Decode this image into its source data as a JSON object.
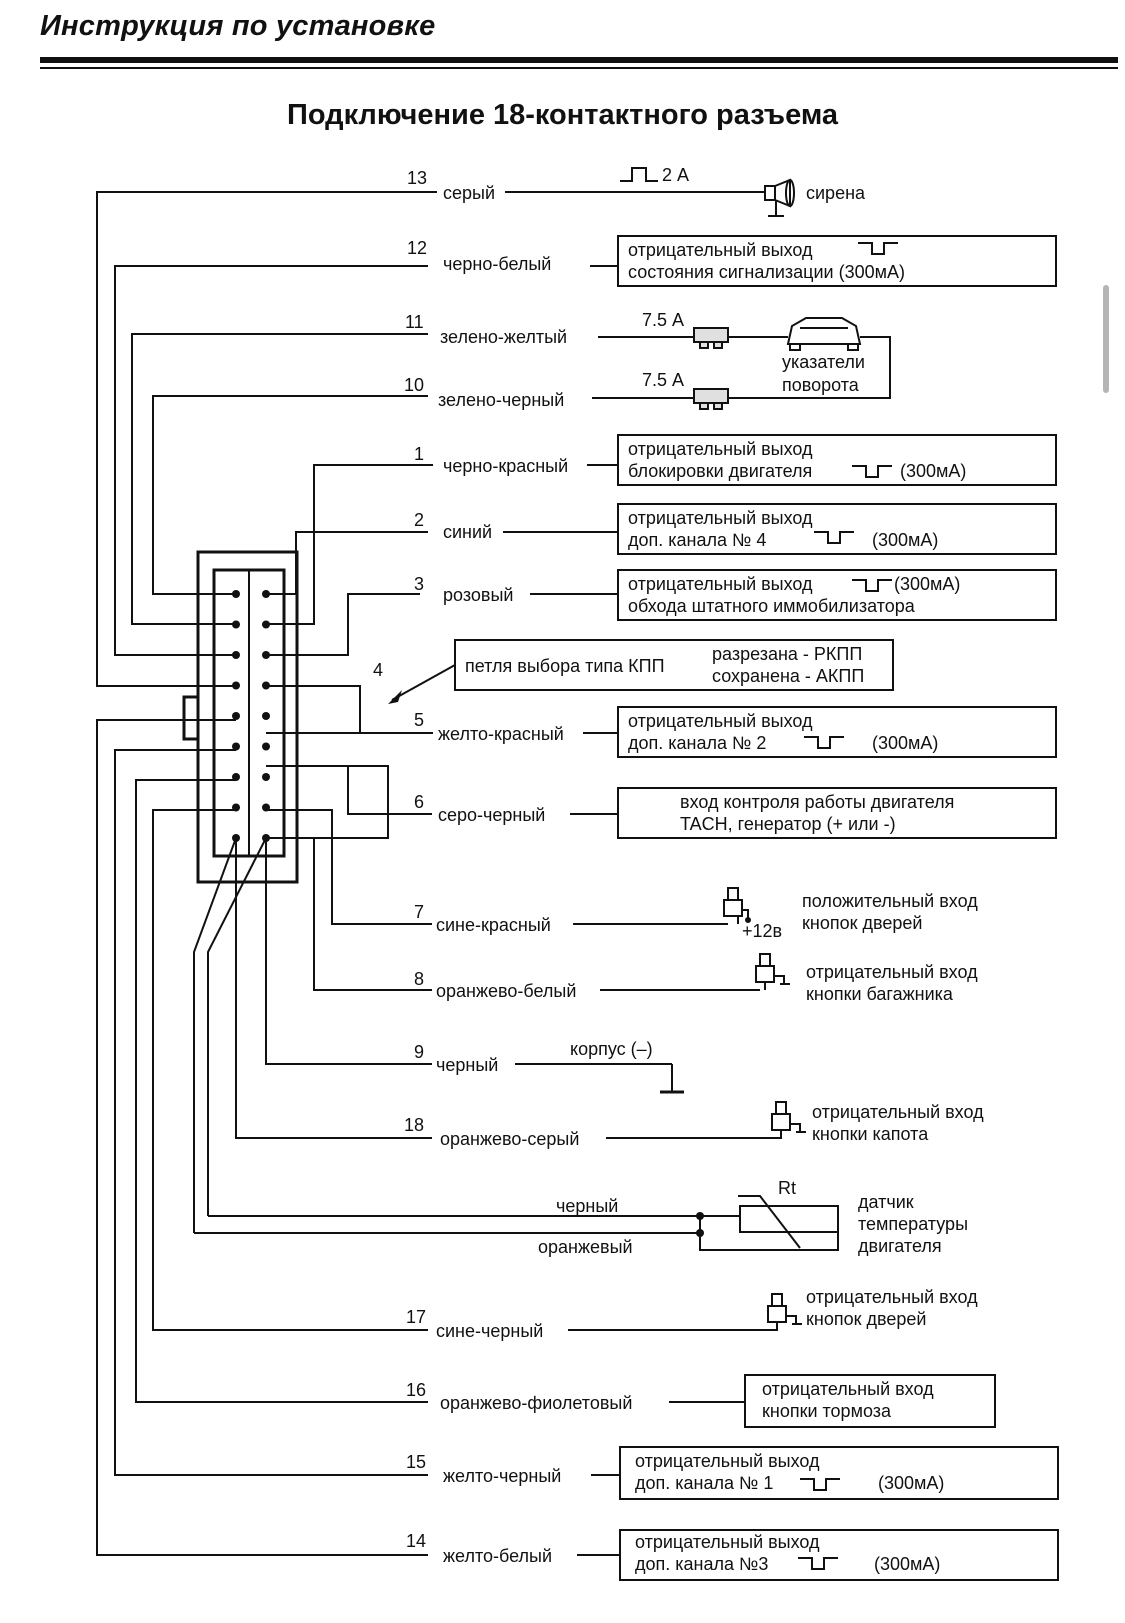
{
  "header": {
    "title": "Инструкция по установке"
  },
  "diagram": {
    "title": "Подключение 18-контактного разъема",
    "wires": [
      {
        "pin": "13",
        "color": "серый"
      },
      {
        "pin": "12",
        "color": "черно-белый"
      },
      {
        "pin": "11",
        "color": "зелено-желтый"
      },
      {
        "pin": "10",
        "color": "зелено-черный"
      },
      {
        "pin": "1",
        "color": "черно-красный"
      },
      {
        "pin": "2",
        "color": "синий"
      },
      {
        "pin": "3",
        "color": "розовый"
      },
      {
        "pin": "4",
        "color": ""
      },
      {
        "pin": "5",
        "color": "желто-красный"
      },
      {
        "pin": "6",
        "color": "серо-черный"
      },
      {
        "pin": "7",
        "color": "сине-красный"
      },
      {
        "pin": "8",
        "color": "оранжево-белый"
      },
      {
        "pin": "9",
        "color": "черный"
      },
      {
        "pin": "18",
        "color": "оранжево-серый"
      },
      {
        "pin": "17",
        "color": "сине-черный"
      },
      {
        "pin": "16",
        "color": "оранжево-фиолетовый"
      },
      {
        "pin": "15",
        "color": "желто-черный"
      },
      {
        "pin": "14",
        "color": "желто-белый"
      }
    ],
    "siren": {
      "current": "2 А",
      "label": "сирена"
    },
    "fuse_11": "7.5 А",
    "fuse_10": "7.5 А",
    "turn_signals": [
      "указатели",
      "поворота"
    ],
    "loop": {
      "label": "петля выбора типа КПП",
      "line1": "разрезана - РКПП",
      "line2": "сохранена - АКПП"
    },
    "boxes": {
      "b12": [
        "отрицательный выход",
        "состояния сигнализации (300мА)"
      ],
      "b1": [
        "отрицательный выход",
        "блокировки двигателя",
        "(300мА)"
      ],
      "b2": [
        "отрицательный выход",
        "доп. канала № 4",
        "(300мА)"
      ],
      "b3": [
        "отрицательный выход",
        "(300мА)",
        "обхода штатного иммобилизатора"
      ],
      "b5": [
        "отрицательный выход",
        "доп. канала № 2",
        "(300мА)"
      ],
      "b6": [
        "вход контроля работы двигателя",
        "TACH, генератор (+ или -)"
      ],
      "b16": [
        "отрицательный вход",
        "кнопки тормоза"
      ],
      "b15": [
        "отрицательный выход",
        "доп. канала № 1",
        "(300мА)"
      ],
      "b14": [
        "отрицательный выход",
        "доп. канала №3",
        "(300мА)"
      ]
    },
    "switches": {
      "s7": [
        "положительный вход",
        "кнопок дверей"
      ],
      "s7_supply": "+12в",
      "s8": [
        "отрицательный вход",
        "кнопки багажника"
      ],
      "s18": [
        "отрицательный вход",
        "кнопки капота"
      ],
      "s17": [
        "отрицательный вход",
        "кнопок дверей"
      ]
    },
    "ground": "корпус (–)",
    "temp_sensor": {
      "wire_a": "черный",
      "wire_b": "оранжевый",
      "symbol": "Rt",
      "label": [
        "датчик",
        "температуры",
        "двигателя"
      ]
    }
  }
}
